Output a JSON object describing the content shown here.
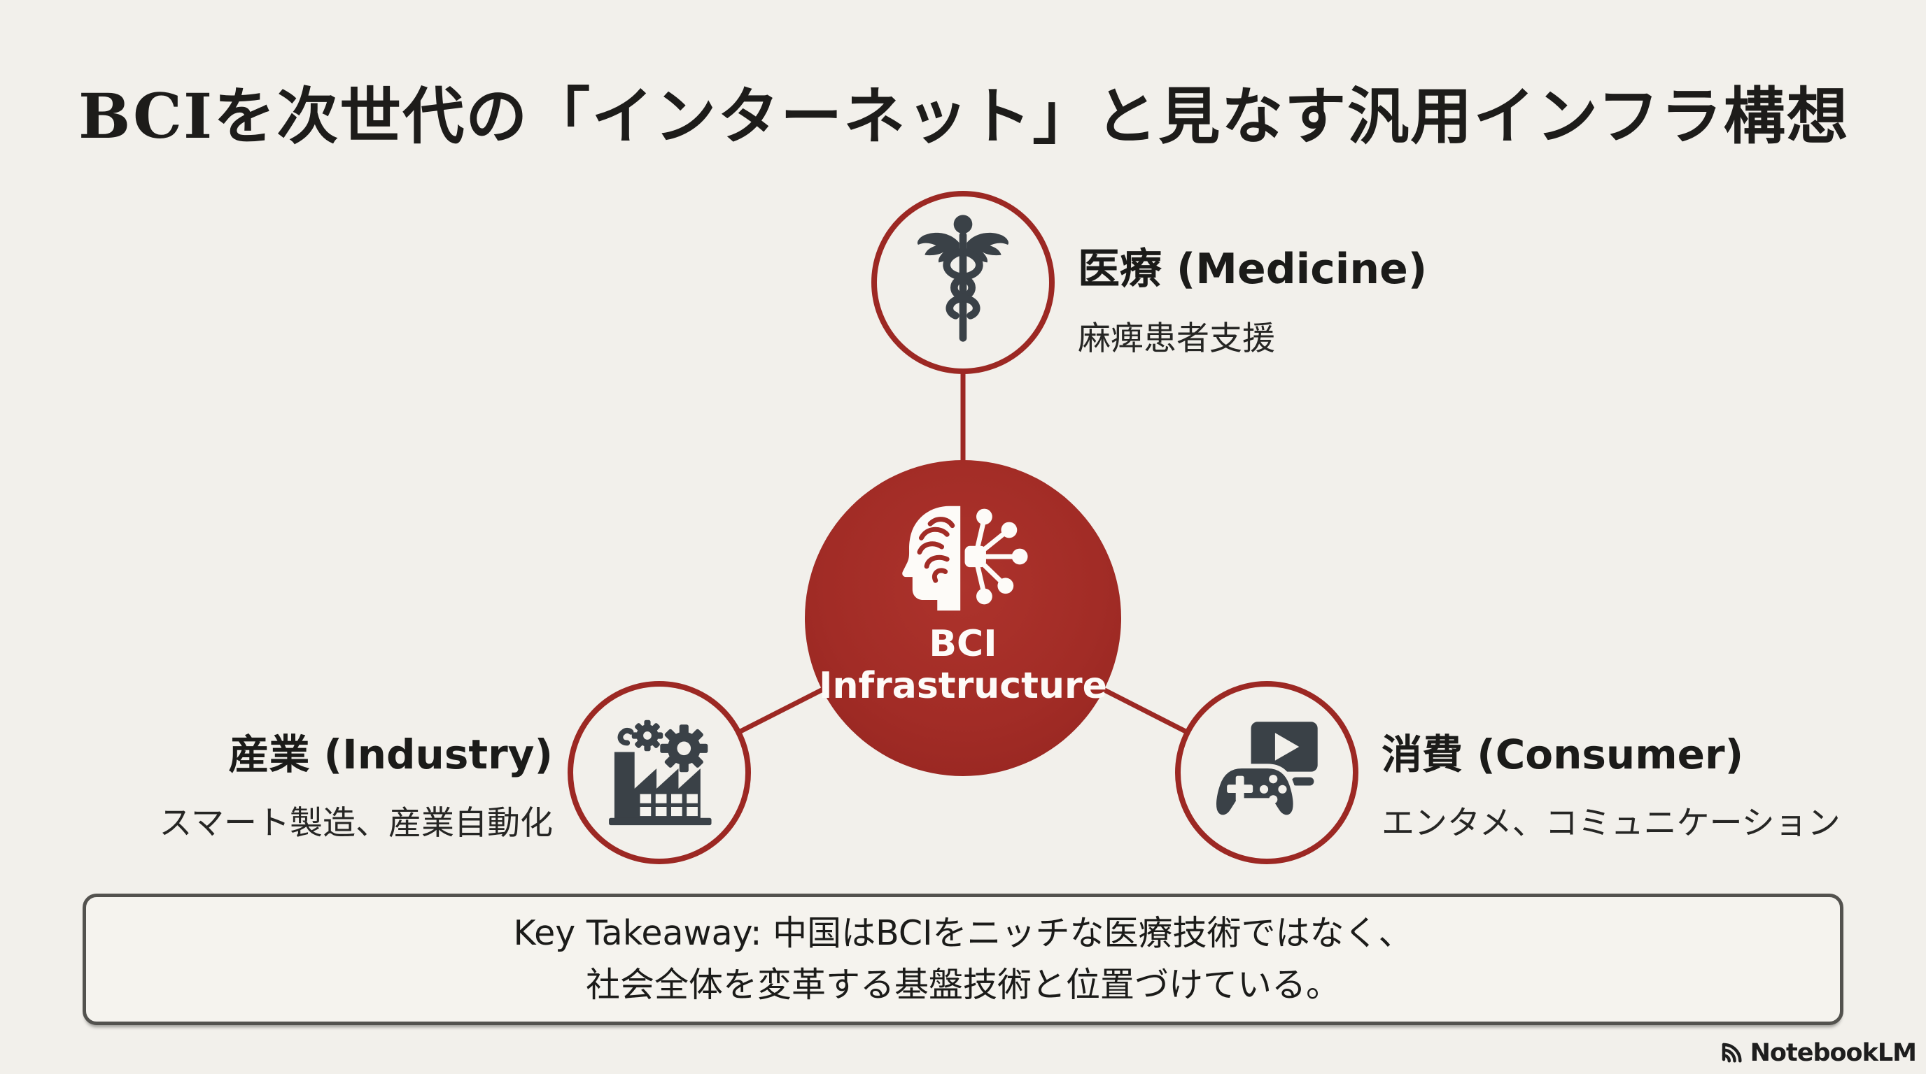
{
  "slide": {
    "title": "BCIを次世代の「インターネット」と見なす汎用インフラ構想"
  },
  "hub": {
    "label_line1": "BCI",
    "label_line2": "Infrastructure",
    "icon": "brain-network-icon"
  },
  "nodes": {
    "medicine": {
      "label": "医療 (Medicine)",
      "sublabel": "麻痺患者支援",
      "icon": "caduceus-icon"
    },
    "industry": {
      "label": "産業 (Industry)",
      "sublabel": "スマート製造、産業自動化",
      "icon": "factory-gears-icon"
    },
    "consumer": {
      "label": "消費 (Consumer)",
      "sublabel": "エンタメ、コミュニケーション",
      "icon": "gamepad-media-icon"
    }
  },
  "takeaway": {
    "line1": "Key Takeaway: 中国はBCIをニッチな医療技術ではなく、",
    "line2": "社会全体を変革する基盤技術と位置づけている。"
  },
  "branding": {
    "logo_text": "NotebookLM"
  },
  "colors": {
    "background": "#F2F0EB",
    "hub_red": "#A22C26",
    "ring_red": "#9C2823",
    "icon_slate": "#3A4147",
    "text_dark": "#1D1C1A"
  }
}
